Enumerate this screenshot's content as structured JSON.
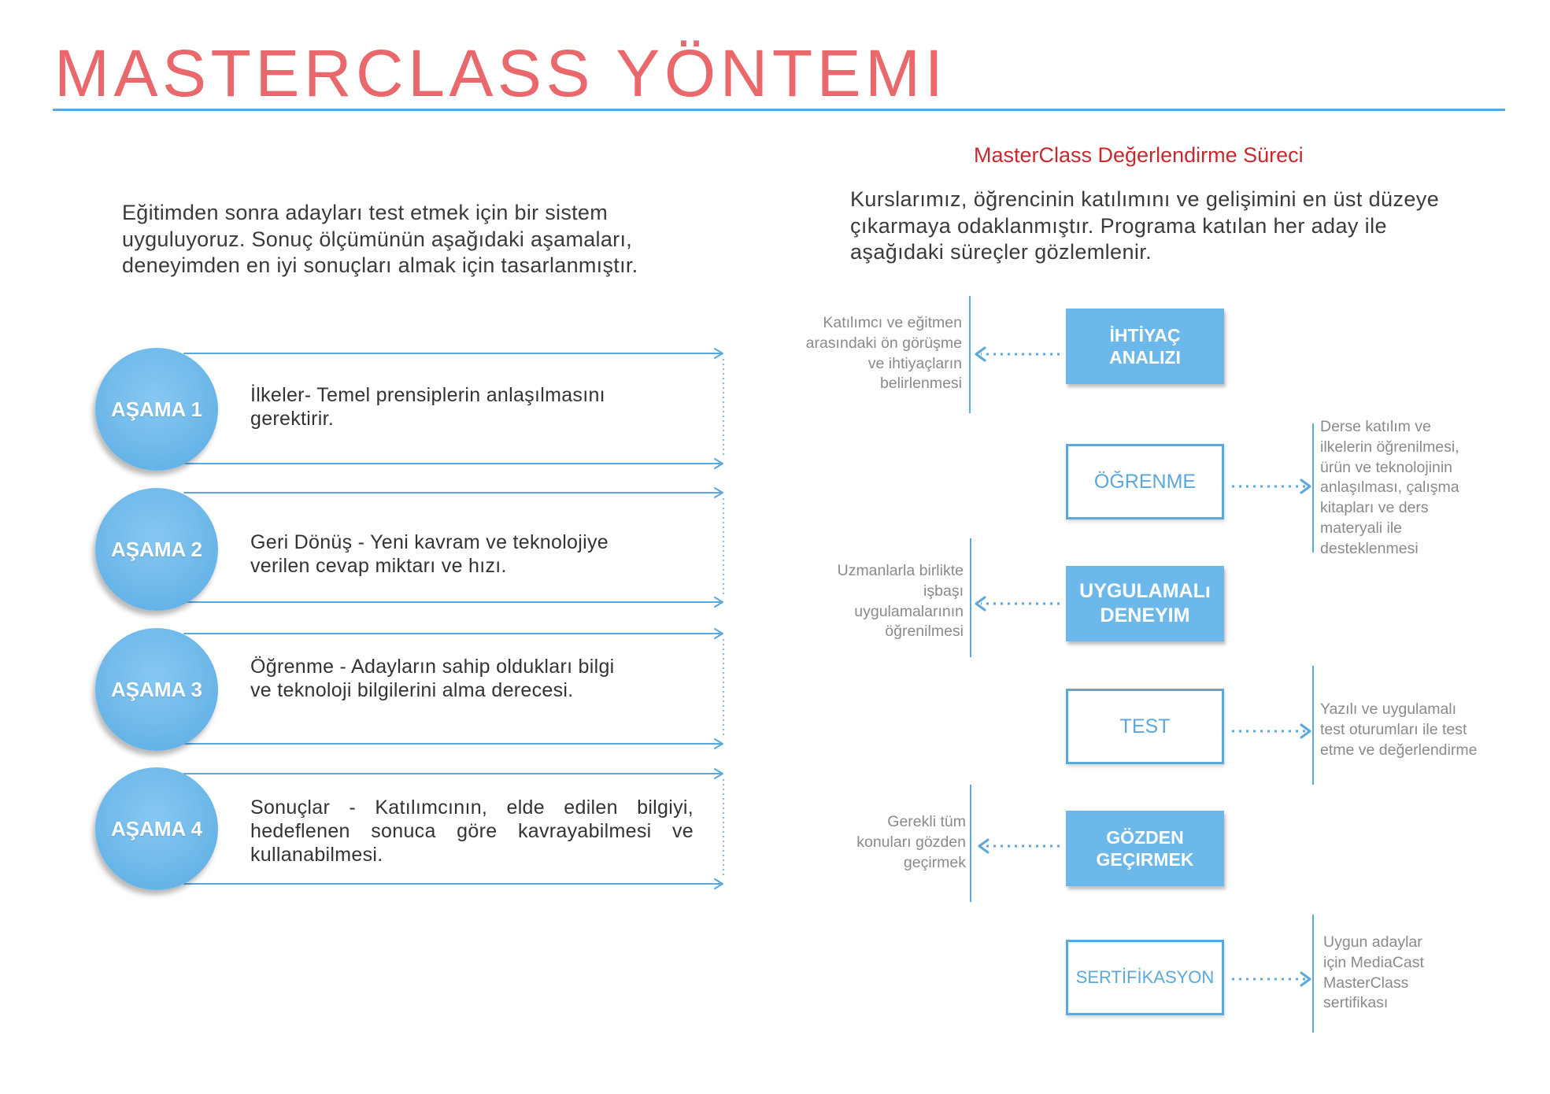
{
  "title": "MASTERCLASS YÖNTEMI",
  "colors": {
    "title": "#e8686b",
    "accent": "#5aa8dc",
    "heading": "#c9282d",
    "box_fill": "#6cb8ea",
    "circle_fill": "#6fb9ea"
  },
  "intro": {
    "lines": [
      "Eğitimden sonra adayları test etmek için bir sistem",
      "uyguluyoruz. Sonuç ölçümünün aşağıdaki aşamaları,",
      "deneyimden en iyi sonuçları almak için tasarlanmıştır."
    ]
  },
  "stages": [
    {
      "label": "AŞAMA 1",
      "lines": [
        "İlkeler- Temel prensiplerin anlaşılmasını",
        "gerektirir."
      ]
    },
    {
      "label": "AŞAMA 2",
      "lines": [
        "Geri Dönüş - Yeni kavram ve teknolojiye",
        "verilen cevap miktarı ve hızı."
      ]
    },
    {
      "label": "AŞAMA 3",
      "lines": [
        "Öğrenme - Adayların sahip oldukları bilgi",
        "ve teknoloji bilgilerini alma derecesi."
      ]
    },
    {
      "label": "AŞAMA 4",
      "lines": [
        "Sonuçlar - Katılımcının, elde edilen bilgiyi,",
        "hedeflenen sonuca göre kavrayabilmesi ve",
        "kullanabilmesi."
      ]
    }
  ],
  "evaluation": {
    "heading": "MasterClass Değerlendirme Süreci",
    "intro_lines": [
      "Kurslarımız, öğrencinin katılımını ve gelişimini en üst düzeye",
      "çıkarmaya odaklanmıştır. Programa katılan her aday ile",
      "aşağıdaki süreçler gözlemlenir."
    ],
    "steps": [
      {
        "label_lines": [
          "İHTİYAÇ",
          "ANALIZI"
        ],
        "note_lines": [
          "Katılımcı ve eğitmen",
          "arasındaki ön görüşme",
          "ve ihtiyaçların",
          "belirlenmesi"
        ]
      },
      {
        "label_lines": [
          "ÖĞRENME"
        ],
        "note_lines": [
          "Derse katılım ve",
          "ilkelerin öğrenilmesi,",
          "ürün ve teknolojinin",
          "anlaşılması, çalışma",
          "kitapları ve ders",
          "materyali ile",
          "desteklenmesi"
        ]
      },
      {
        "label_lines": [
          "UYGULAMALı",
          "DENEYIM"
        ],
        "note_lines": [
          "Uzmanlarla birlikte",
          "işbaşı",
          "uygulamalarının",
          "öğrenilmesi"
        ]
      },
      {
        "label_lines": [
          "TEST"
        ],
        "note_lines": [
          "Yazılı ve uygulamalı",
          "test oturumları ile test",
          "etme ve değerlendirme"
        ]
      },
      {
        "label_lines": [
          "GÖZDEN",
          "GEÇIRMEK"
        ],
        "note_lines": [
          "Gerekli tüm",
          "konuları gözden",
          "geçirmek"
        ]
      },
      {
        "label_lines": [
          "SERTİFİKASYON"
        ],
        "note_lines": [
          "Uygun adaylar",
          "için MediaCast",
          "MasterClass",
          "sertifikası"
        ]
      }
    ]
  }
}
